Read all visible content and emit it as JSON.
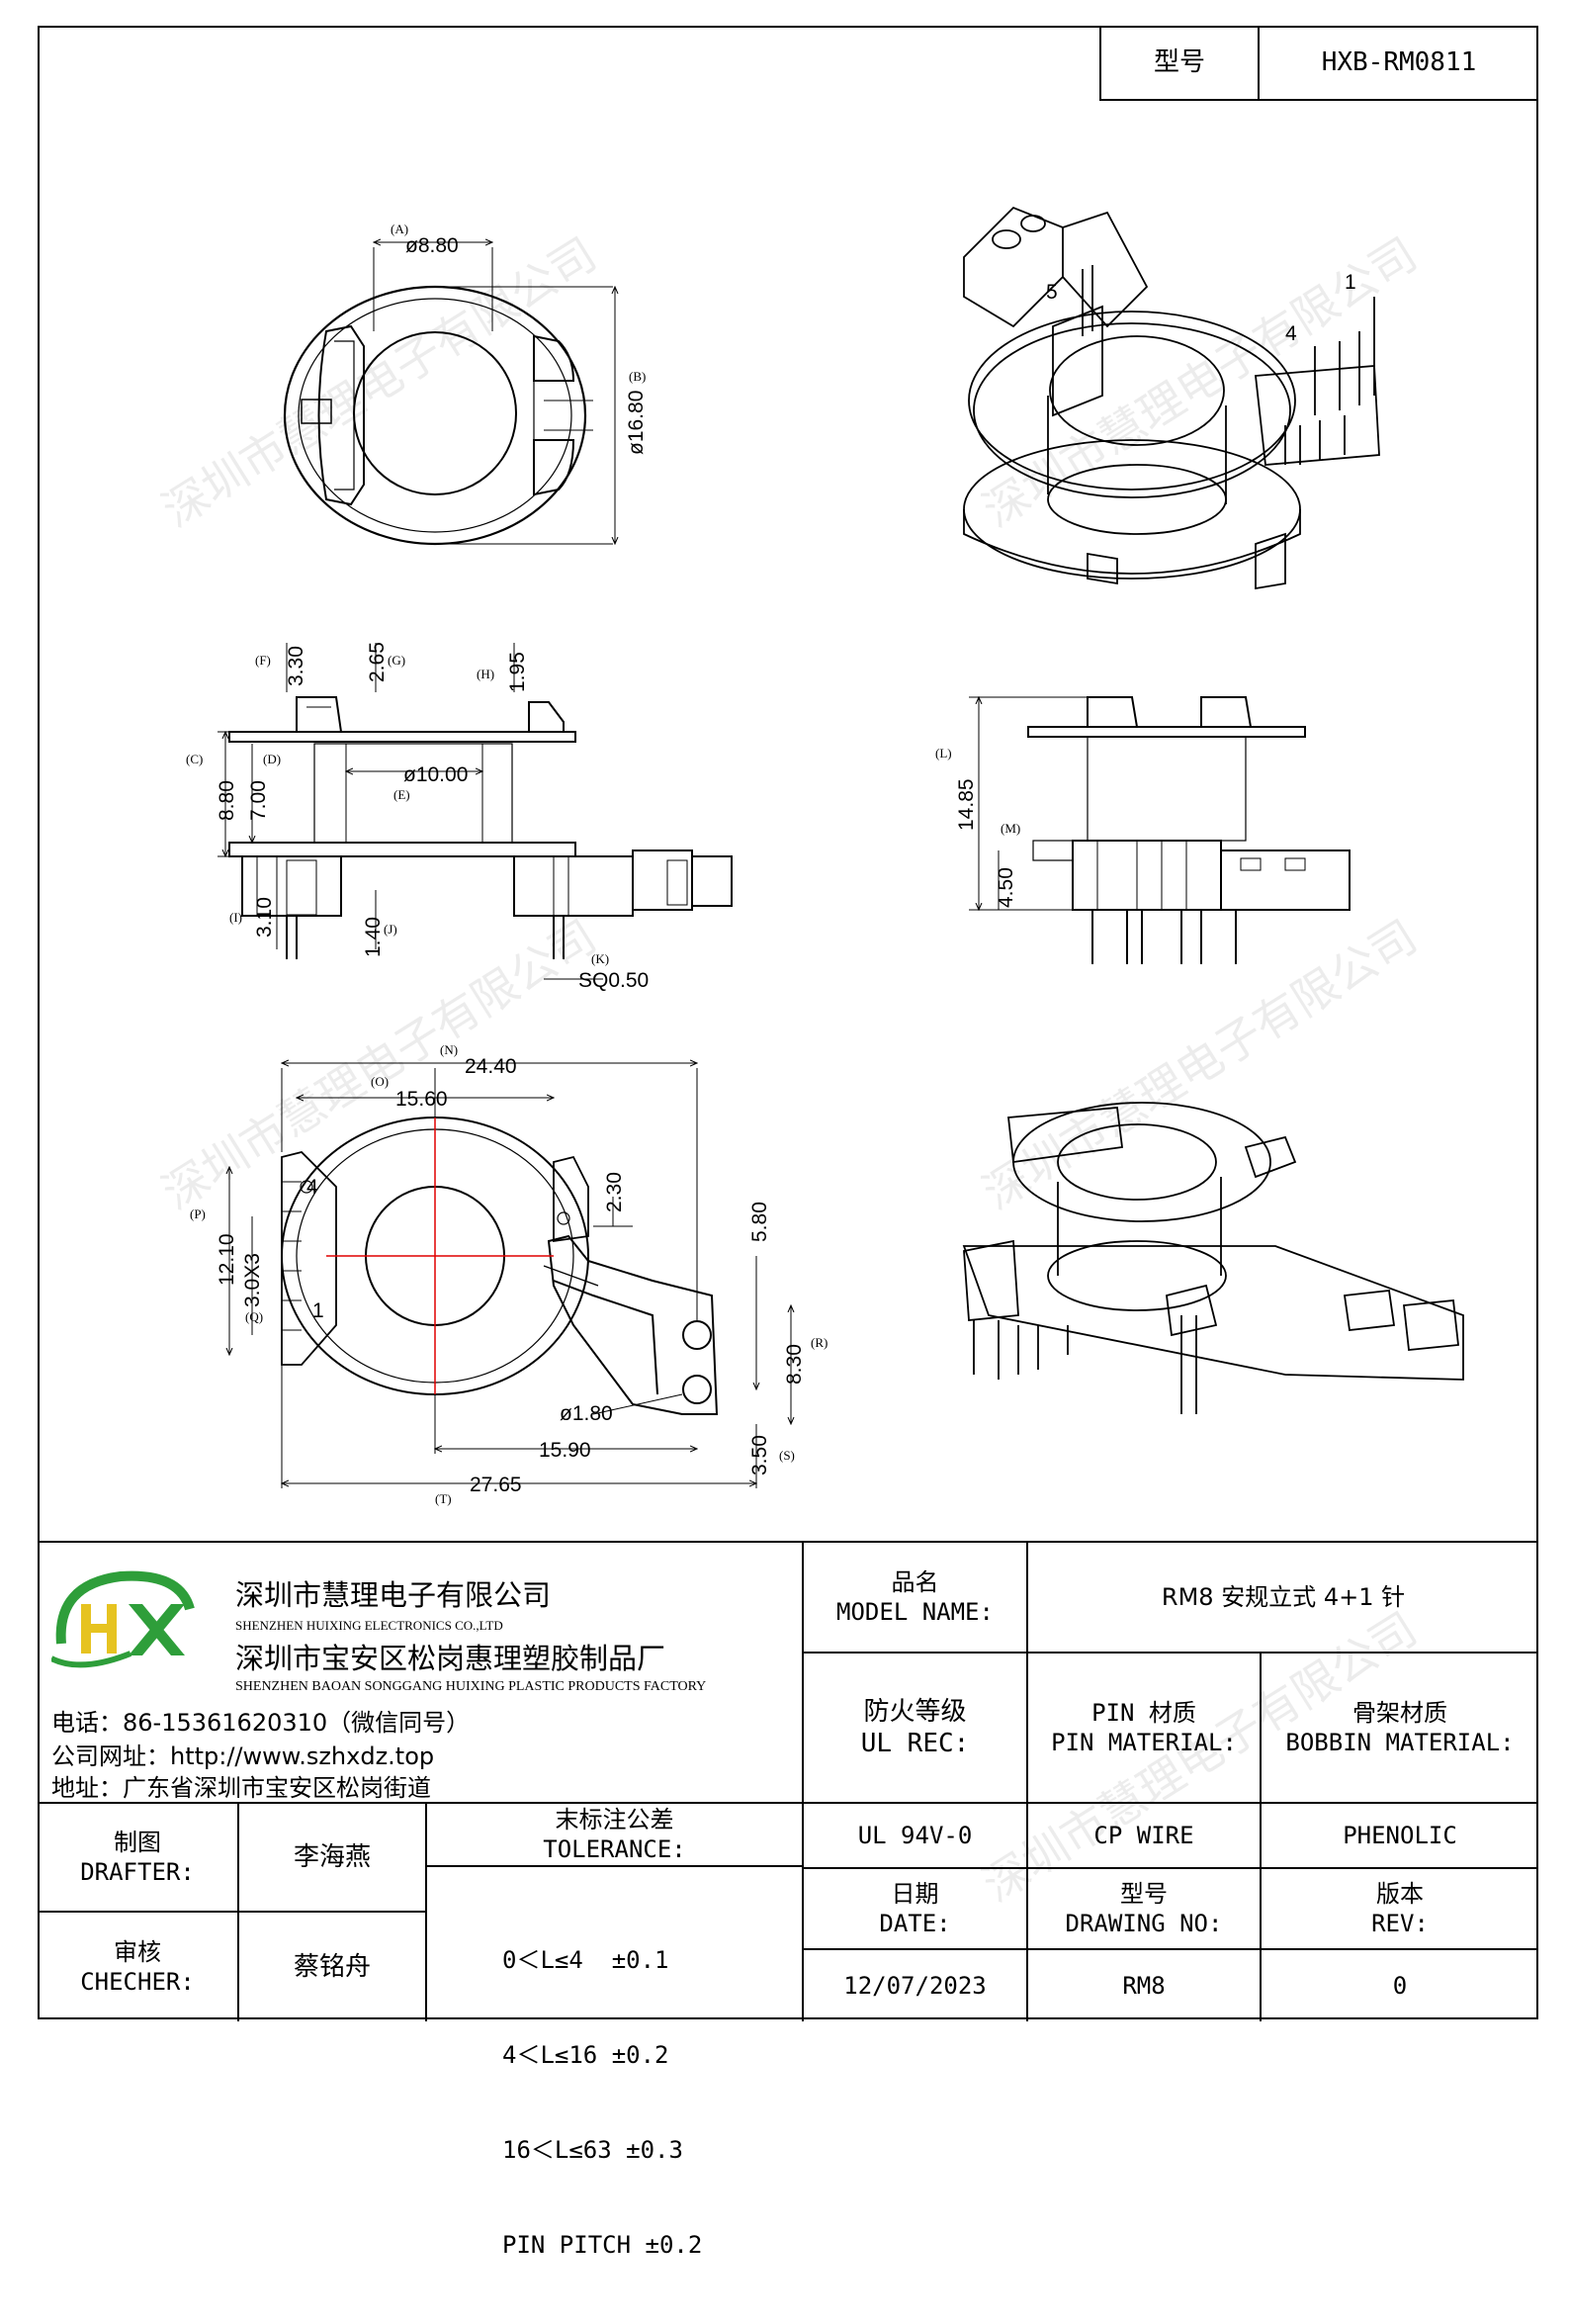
{
  "header": {
    "model_label": "型号",
    "model_value": "HXB-RM0811"
  },
  "watermark": "深圳市慧理电子有限公司",
  "drawing": {
    "top_view": {
      "A": "(A)",
      "A_val": "ø8.80",
      "B": "(B)",
      "B_val": "ø16.80"
    },
    "front_view": {
      "F": "(F)",
      "F_val": "3.30",
      "G_val": "2.65",
      "G": "(G)",
      "H": "(H)",
      "H_val": "1.95",
      "C": "(C)",
      "C_val": "8.80",
      "D": "(D)",
      "D_val": "7.00",
      "E_val": "ø10.00",
      "E": "(E)",
      "I": "(I)",
      "I_val": "3.10",
      "J_val": "1.40",
      "J": "(J)",
      "K": "(K)",
      "K_val": "SQ0.50"
    },
    "side_view": {
      "L": "(L)",
      "L_val": "14.85",
      "M": "(M)",
      "M_val": "4.50"
    },
    "bottom_view": {
      "N": "(N)",
      "N_val": "24.40",
      "O": "(O)",
      "O_val": "15.60",
      "P": "(P)",
      "P_val": "12.10",
      "Q_val": "3.0X3",
      "Q": "(Q)",
      "d1": "2.30",
      "d2": "5.80",
      "R": "(R)",
      "R_val": "8.30",
      "hole": "ø1.80",
      "d3": "15.90",
      "S_val": "3.50",
      "S": "(S)",
      "T": "(T)",
      "T_val": "27.65",
      "pin4": "4",
      "pin1": "1"
    },
    "iso_view": {
      "pin5": "5",
      "pin4": "4",
      "pin1": "1"
    }
  },
  "company": {
    "name_cn": "深圳市慧理电子有限公司",
    "name_en": "SHENZHEN HUIXING ELECTRONICS CO.,LTD",
    "factory_cn": "深圳市宝安区松岗惠理塑胶制品厂",
    "factory_en": "SHENZHEN BAOAN SONGGANG HUIXING PLASTIC PRODUCTS FACTORY",
    "phone": "电话：86-15361620310（微信同号）",
    "website": "公司网址：http://www.szhxdz.top",
    "address": "地址：广东省深圳市宝安区松岗街道"
  },
  "title_block": {
    "model_name_cn": "品名",
    "model_name_en": "MODEL NAME:",
    "model_name_value": "RM8 安规立式 4+1 针",
    "ul_cn": "防火等级",
    "ul_en": "UL REC:",
    "pin_cn": "PIN 材质",
    "pin_en": "PIN MATERIAL:",
    "bobbin_cn": "骨架材质",
    "bobbin_en": "BOBBIN MATERIAL:",
    "ul_value": "UL 94V-0",
    "pin_value": "CP WIRE",
    "bobbin_value": "PHENOLIC",
    "drafter_cn": "制图",
    "drafter_en": "DRAFTER:",
    "drafter_name": "李海燕",
    "checker_cn": "审核",
    "checker_en": "CHECHER:",
    "checker_name": "蔡铭舟",
    "tolerance_cn": "末标注公差",
    "tolerance_en": "TOLERANCE:",
    "tol1": "0＜L≤4  ±0.1",
    "tol2": "4＜L≤16 ±0.2",
    "tol3": "16＜L≤63 ±0.3",
    "tol4": "PIN PITCH ±0.2",
    "date_cn": "日期",
    "date_en": "DATE:",
    "date_value": "12/07/2023",
    "drawno_cn": "型号",
    "drawno_en": "DRAWING NO:",
    "drawno_value": "RM8",
    "rev_cn": "版本",
    "rev_en": "REV:",
    "rev_value": "0"
  },
  "colors": {
    "logo_green": "#2e9e3a",
    "logo_yellow": "#e6c320",
    "center_line": "#e00000"
  }
}
